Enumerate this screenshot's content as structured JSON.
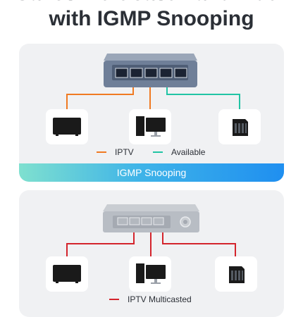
{
  "headline": {
    "line1": "Saves Multicast Bandwidth",
    "line2": "with IGMP Snooping"
  },
  "panel_top": {
    "legend": [
      {
        "label": "IPTV",
        "color": "#f07a22"
      },
      {
        "label": "Available",
        "color": "#21c4a4"
      }
    ],
    "banner": "IGMP Snooping"
  },
  "panel_bottom": {
    "legend": [
      {
        "label": "IPTV Multicasted",
        "color": "#d4242c"
      }
    ]
  },
  "devices": [
    "tv-icon",
    "desktop-computer-icon",
    "nas-server-icon"
  ],
  "switch_icons": [
    "network-switch-icon",
    "network-switch-gray-icon"
  ]
}
